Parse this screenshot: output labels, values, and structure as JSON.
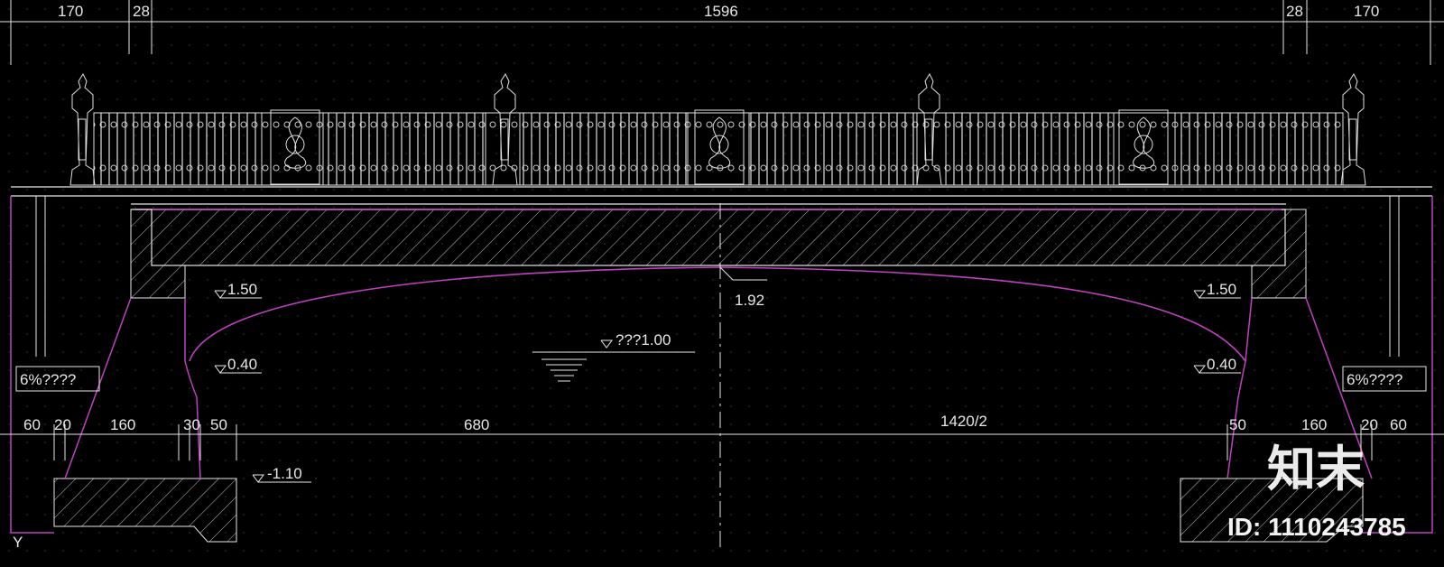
{
  "dimensions": {
    "top_left": "170",
    "top_left_small": "28",
    "top_total": "1596",
    "top_right_small": "28",
    "top_right": "170",
    "bot_a": "60",
    "bot_b": "20",
    "bot_c": "160",
    "bot_d": "30",
    "bot_e": "50",
    "bot_span": "680",
    "bot_half": "1420/2",
    "bot_e2": "50",
    "bot_c2": "160",
    "bot_b2": "20",
    "bot_a2": "60"
  },
  "levels": {
    "left_seat": "1.50",
    "right_seat": "1.50",
    "crown": "1.92",
    "water": "???1.00",
    "left_spring": "0.40",
    "right_spring": "0.40",
    "foundation": "-1.10"
  },
  "slope_labels": {
    "left": "6%????",
    "right": "6%????"
  },
  "axis_marker": "Y",
  "watermark": {
    "brand": "知末",
    "id": "ID: 1110243785"
  },
  "colors": {
    "background": "#000000",
    "line": "#e6e6e6",
    "outline": "#c040c0",
    "grid_dot": "#3a3a3a"
  }
}
